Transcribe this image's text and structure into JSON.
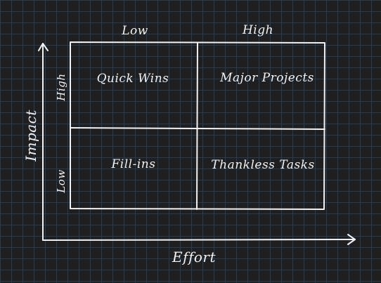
{
  "columns": {
    "low": "Low",
    "high": "High"
  },
  "rows": {
    "high": "High",
    "low": "Low"
  },
  "quadrants": {
    "top_left": "Quick Wins",
    "top_right": "Major Projects",
    "bottom_left": "Fill-ins",
    "bottom_right": "Thankless Tasks"
  },
  "axes": {
    "y": "Impact",
    "x": "Effort"
  },
  "colors": {
    "background": "#1f1f1f",
    "grid": "#2e3a45",
    "ink": "#f2f2f2"
  }
}
